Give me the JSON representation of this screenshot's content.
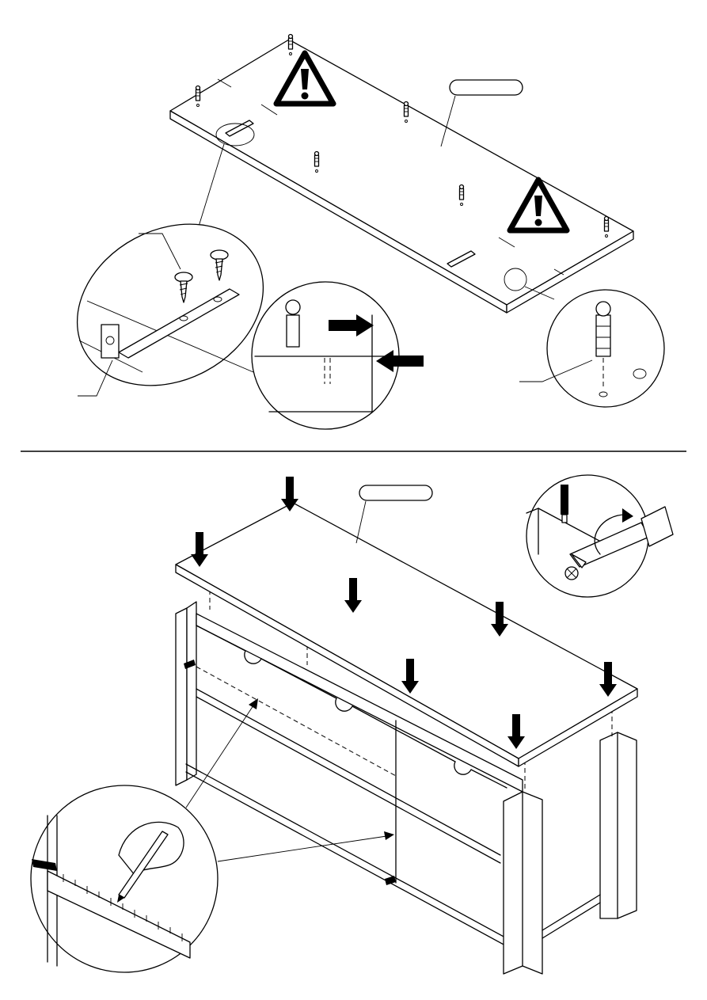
{
  "page": {
    "background": "#ffffff",
    "ink": "#000000"
  },
  "steps": [
    {
      "id": "step-top-panel-prepare",
      "part_label": "",
      "icons": [
        "warning-triangle-icon",
        "warning-triangle-icon"
      ],
      "details": [
        "screw-bracket-detail",
        "press-flush-detail",
        "dowel-insert-detail"
      ]
    },
    {
      "id": "step-mount-top",
      "part_label": "",
      "icons": [
        "press-down-arrow-icon",
        "screwdriver-icon"
      ],
      "details": [
        "screwdriver-tighten-detail",
        "measure-mark-detail"
      ]
    }
  ]
}
